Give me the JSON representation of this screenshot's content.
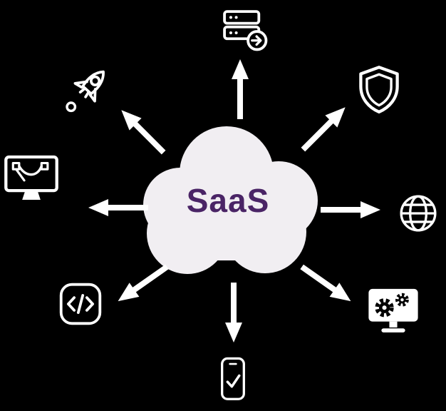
{
  "page": {
    "background_color": "#000000"
  },
  "center": {
    "label": "SaaS",
    "label_color": "#4A2466",
    "cloud_color": "#F1EEF2"
  },
  "icon_color": "#FFFFFF",
  "nodes": [
    {
      "id": "server",
      "icon": "server-sync-icon",
      "position": "top"
    },
    {
      "id": "shield",
      "icon": "shield-icon",
      "position": "top-right"
    },
    {
      "id": "globe",
      "icon": "globe-icon",
      "position": "right"
    },
    {
      "id": "monitor-gears",
      "icon": "monitor-gears-icon",
      "position": "bottom-right"
    },
    {
      "id": "phone-check",
      "icon": "phone-check-icon",
      "position": "bottom"
    },
    {
      "id": "code",
      "icon": "code-brackets-icon",
      "position": "bottom-left"
    },
    {
      "id": "design",
      "icon": "vector-design-monitor-icon",
      "position": "left"
    },
    {
      "id": "rocket",
      "icon": "rocket-icon",
      "position": "top-left"
    }
  ],
  "arrows": [
    {
      "direction": "up"
    },
    {
      "direction": "up-right"
    },
    {
      "direction": "right"
    },
    {
      "direction": "down-right"
    },
    {
      "direction": "down"
    },
    {
      "direction": "down-left"
    },
    {
      "direction": "left"
    },
    {
      "direction": "up-left"
    }
  ]
}
